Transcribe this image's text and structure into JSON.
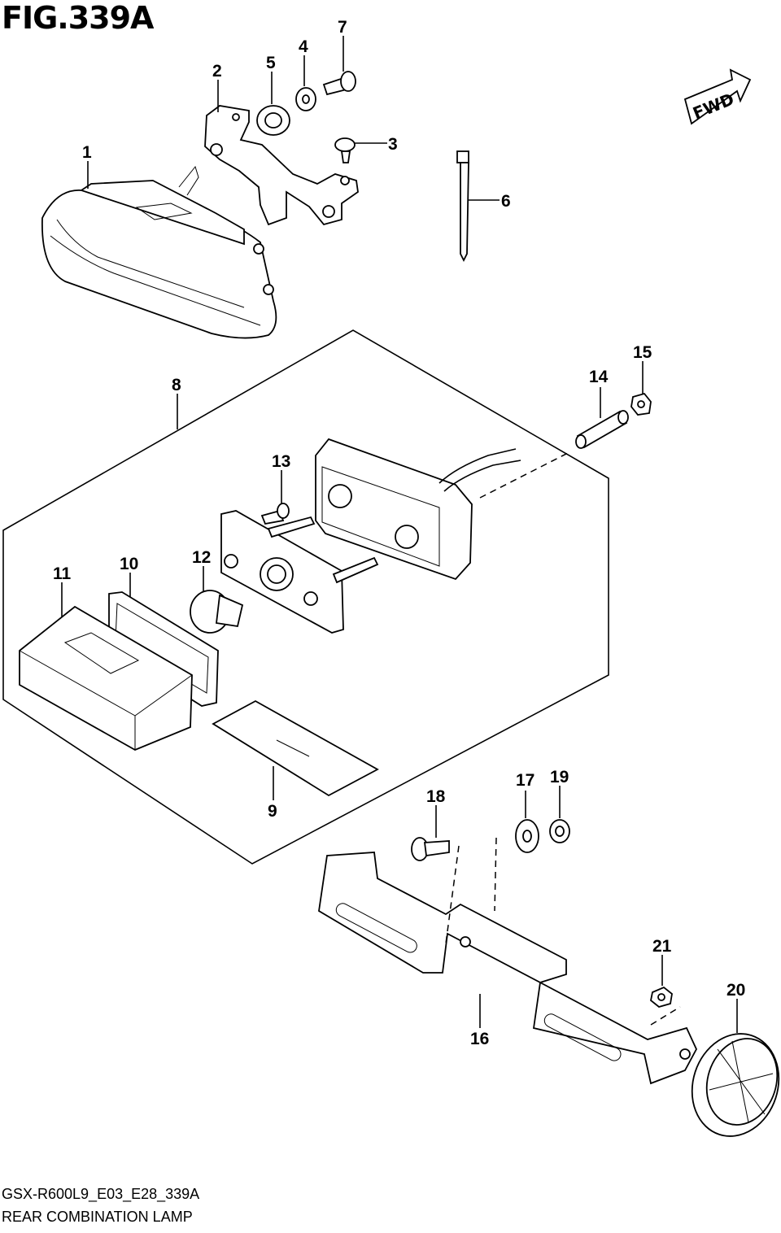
{
  "figure": {
    "title": "FIG.339A",
    "model_code": "GSX-R600L9_E03_E28_339A",
    "section_name": "REAR COMBINATION LAMP",
    "fwd_label": "FWD"
  },
  "callouts": [
    "1",
    "2",
    "3",
    "4",
    "5",
    "6",
    "7",
    "8",
    "9",
    "10",
    "11",
    "12",
    "13",
    "14",
    "15",
    "16",
    "17",
    "18",
    "19",
    "20",
    "21"
  ]
}
